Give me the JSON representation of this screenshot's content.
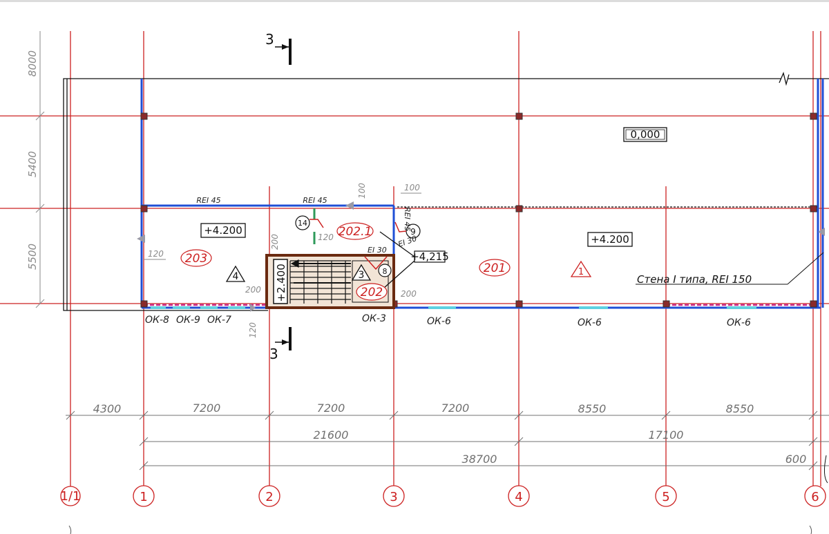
{
  "window": {
    "title": ""
  },
  "axes": {
    "labels": [
      "1/1",
      "1",
      "2",
      "3",
      "4",
      "5",
      "6"
    ]
  },
  "dimensions": {
    "left": [
      "8000",
      "5400",
      "5500"
    ],
    "row1": [
      "4300",
      "7200",
      "7200",
      "7200",
      "8550",
      "8550"
    ],
    "row2": [
      "21600",
      "17100"
    ],
    "row3": [
      "38700",
      "600"
    ]
  },
  "section": {
    "label_top": "3",
    "label_bottom": "3"
  },
  "rooms": {
    "r203": "203",
    "r202_1": "202.1",
    "r202": "202",
    "r201": "201"
  },
  "elevations": {
    "top": "0,000",
    "left": "+4.200",
    "right": "+4.200",
    "stair": "+2.400",
    "mark": "+4,215"
  },
  "walls": {
    "rei45_a": "REI 45",
    "rei45_b": "REI 45",
    "rei45_vert": "REI 45",
    "ei30_a": "EI 30",
    "ei30_b": "EI 30",
    "wall_type": "Стена I типа, REI 150"
  },
  "markers": {
    "tri4": "4",
    "tri3": "3",
    "tri1": "1",
    "c14": "14",
    "c9": "9",
    "c8": "8"
  },
  "small_dims": {
    "d100a": "100",
    "d100b": "100",
    "d120a": "120",
    "d120b": "120",
    "d120c": "120",
    "d200a": "200",
    "d200b": "200",
    "d200c": "200"
  },
  "openings": {
    "ok8": "ОК-8",
    "ok9": "ОК-9",
    "ok7": "ОК-7",
    "ok3": "ОК-3",
    "ok6a": "ОК-6",
    "ok6b": "ОК-6",
    "ok6c": "ОК-6"
  },
  "colors": {
    "grid": "#cc2020",
    "wall": "#1f4fd6",
    "outline": "#111111",
    "glazing": "#5fd0e0",
    "dashed": "#cc2a8a",
    "dim": "#707070"
  }
}
